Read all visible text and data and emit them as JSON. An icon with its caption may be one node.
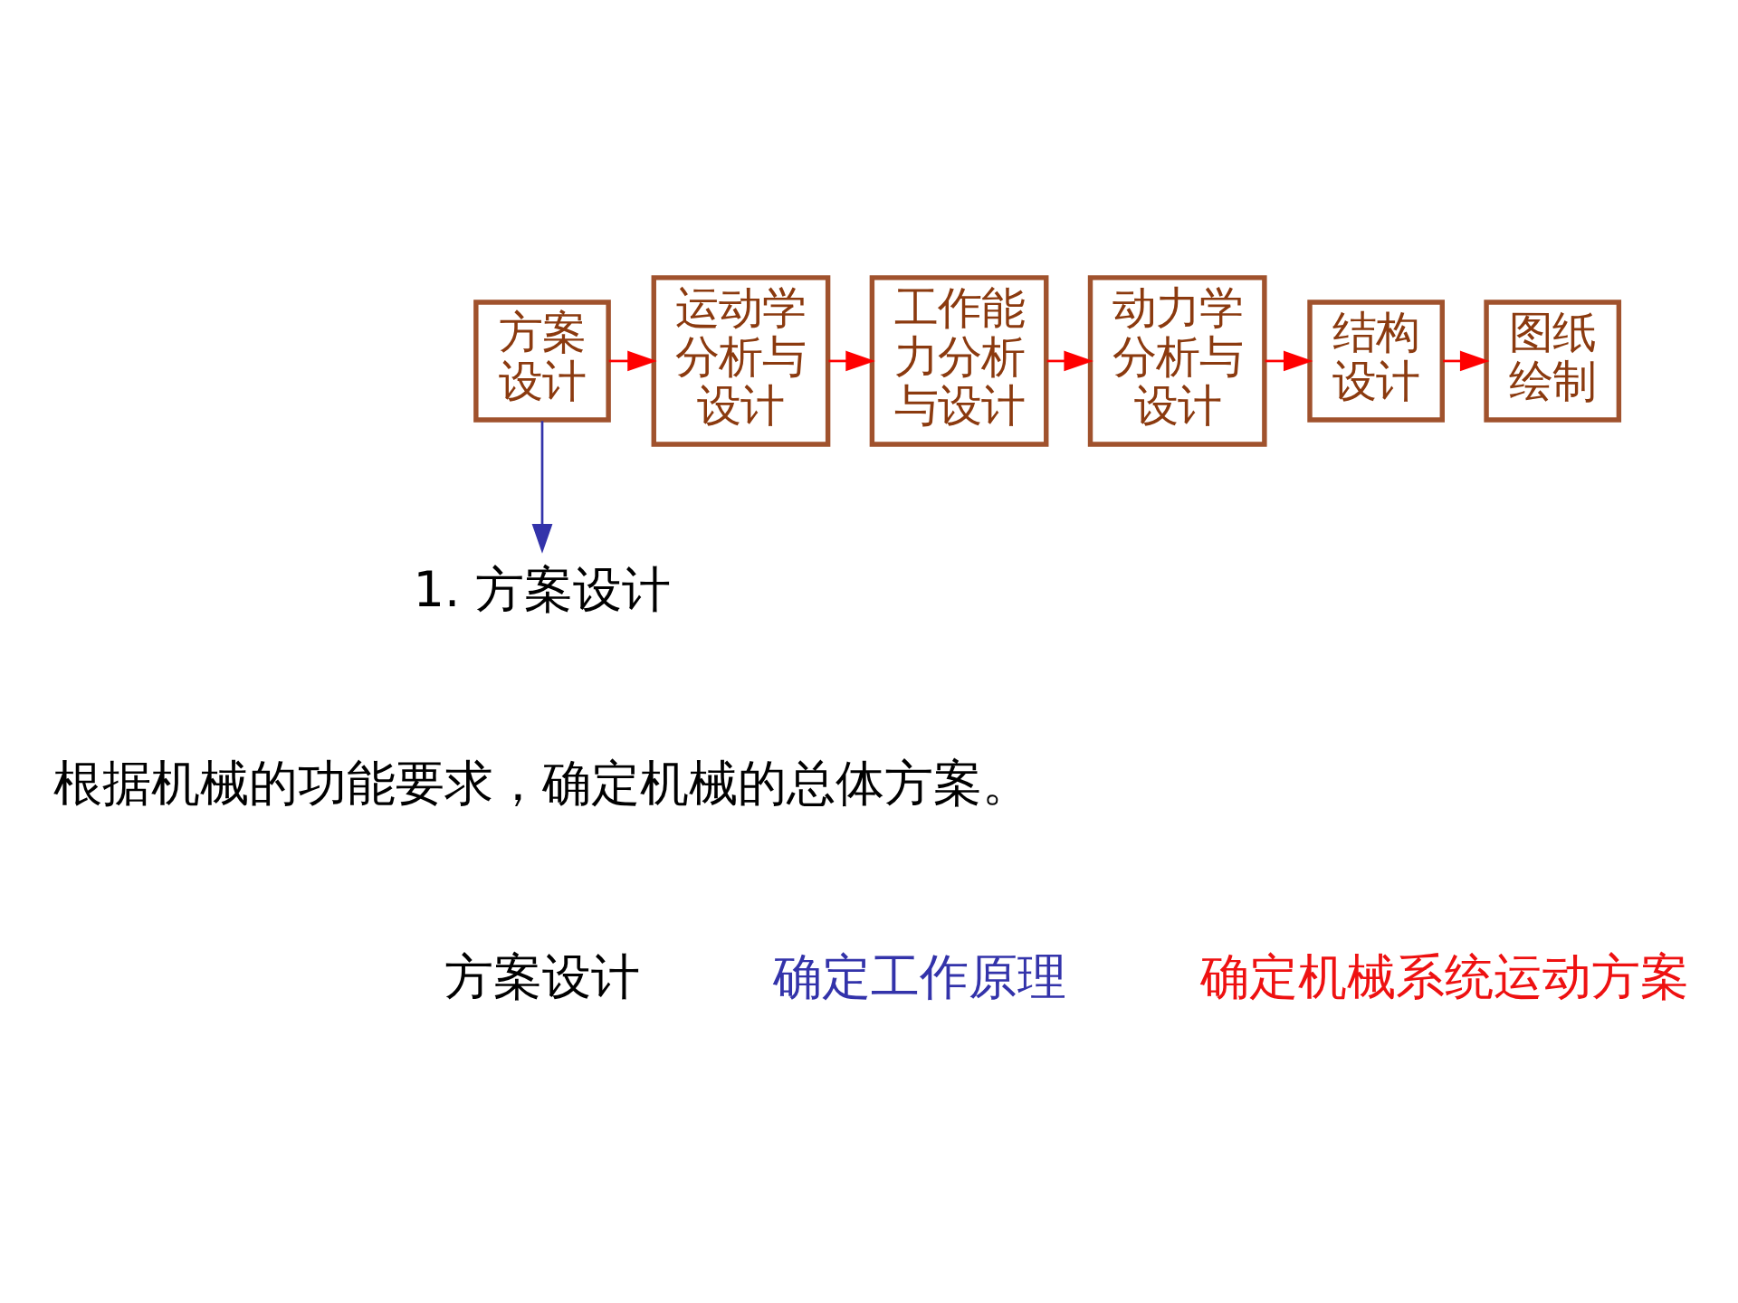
{
  "diagram": {
    "nodes": [
      {
        "text": [
          "方案设计"
        ]
      },
      {
        "text": [
          "运动学分析与设计"
        ]
      },
      {
        "text": [
          "工作能力分析与设计"
        ]
      },
      {
        "text": [
          "动力学分析与设计"
        ]
      },
      {
        "text": [
          "结构设计"
        ]
      },
      {
        "text": [
          "图纸绘制"
        ]
      },
      {
        "text": [
          "1. 方案设计"
        ]
      }
    ],
    "edges": [
      {
        "from": 0,
        "to": 1,
        "arrow": "to"
      },
      {
        "from": 1,
        "to": 2,
        "arrow": "to"
      },
      {
        "from": 2,
        "to": 3,
        "arrow": "to"
      },
      {
        "from": 3,
        "to": 4,
        "arrow": "to"
      },
      {
        "from": 4,
        "to": 5,
        "arrow": "to"
      },
      {
        "from": 0,
        "to": 6,
        "arrow": "to",
        "color": "#3333aa"
      }
    ],
    "labels": [
      "根据机械的功能要求，确定机械的总体方案。",
      "方案设计",
      "确定工作原理",
      "确定机械系统运动方案"
    ]
  }
}
